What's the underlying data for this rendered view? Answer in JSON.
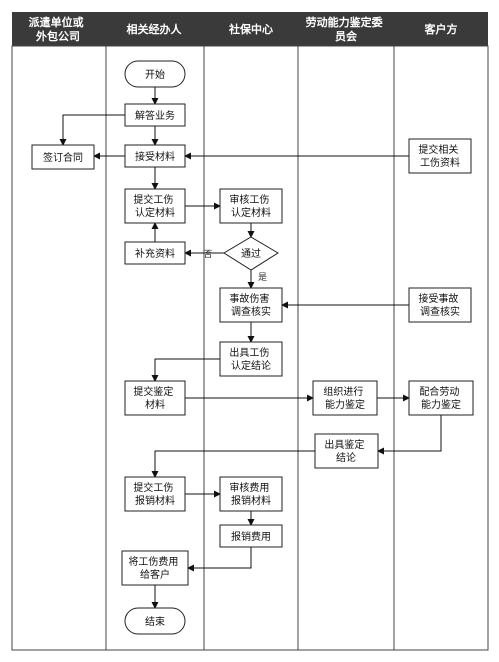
{
  "colors": {
    "header_bg": "#3a3a3a",
    "header_text": "#ffffff",
    "line": "#111111",
    "box_border": "#222222"
  },
  "lanes": [
    {
      "id": "l0",
      "title_lines": [
        "派遣单位或",
        "外包公司"
      ]
    },
    {
      "id": "l1",
      "title_lines": [
        "相关经办人"
      ]
    },
    {
      "id": "l2",
      "title_lines": [
        "社保中心"
      ]
    },
    {
      "id": "l3",
      "title_lines": [
        "劳动能力鉴定委",
        "员会"
      ]
    },
    {
      "id": "l4",
      "title_lines": [
        "客户方"
      ]
    }
  ],
  "nodes": {
    "start": {
      "shape": "terminal",
      "lines": [
        "开始"
      ]
    },
    "answer": {
      "shape": "process",
      "lines": [
        "解答业务"
      ]
    },
    "contract": {
      "shape": "process",
      "lines": [
        "签订合同"
      ]
    },
    "receive": {
      "shape": "process",
      "lines": [
        "接受材料"
      ]
    },
    "client_submit": {
      "shape": "process",
      "lines": [
        "提交相关",
        "工伤资料"
      ]
    },
    "submit_injury": {
      "shape": "process",
      "lines": [
        "提交工伤",
        "认定材料"
      ]
    },
    "review_injury": {
      "shape": "process",
      "lines": [
        "审核工伤",
        "认定材料"
      ]
    },
    "supplement": {
      "shape": "process",
      "lines": [
        "补充资料"
      ]
    },
    "pass": {
      "shape": "decision",
      "lines": [
        "通过"
      ]
    },
    "investigate": {
      "shape": "process",
      "lines": [
        "事故伤害",
        "调查核实"
      ]
    },
    "client_investigate": {
      "shape": "process",
      "lines": [
        "接受事故",
        "调查核实"
      ]
    },
    "conclusion": {
      "shape": "process",
      "lines": [
        "出具工伤",
        "认定结论"
      ]
    },
    "submit_appraisal": {
      "shape": "process",
      "lines": [
        "提交鉴定",
        "材料"
      ]
    },
    "organize": {
      "shape": "process",
      "lines": [
        "组织进行",
        "能力鉴定"
      ]
    },
    "cooperate": {
      "shape": "process",
      "lines": [
        "配合劳动",
        "能力鉴定"
      ]
    },
    "appraisal_conclusion": {
      "shape": "process",
      "lines": [
        "出具鉴定",
        "结论"
      ]
    },
    "submit_reimburse": {
      "shape": "process",
      "lines": [
        "提交工伤",
        "报销材料"
      ]
    },
    "review_reimburse": {
      "shape": "process",
      "lines": [
        "审核费用",
        "报销材料"
      ]
    },
    "reimburse": {
      "shape": "process",
      "lines": [
        "报销费用"
      ]
    },
    "give_client": {
      "shape": "process",
      "lines": [
        "将工伤费用",
        "给客户"
      ]
    },
    "end": {
      "shape": "terminal",
      "lines": [
        "结束"
      ]
    }
  },
  "edge_labels": {
    "no": "否",
    "yes": "是"
  }
}
